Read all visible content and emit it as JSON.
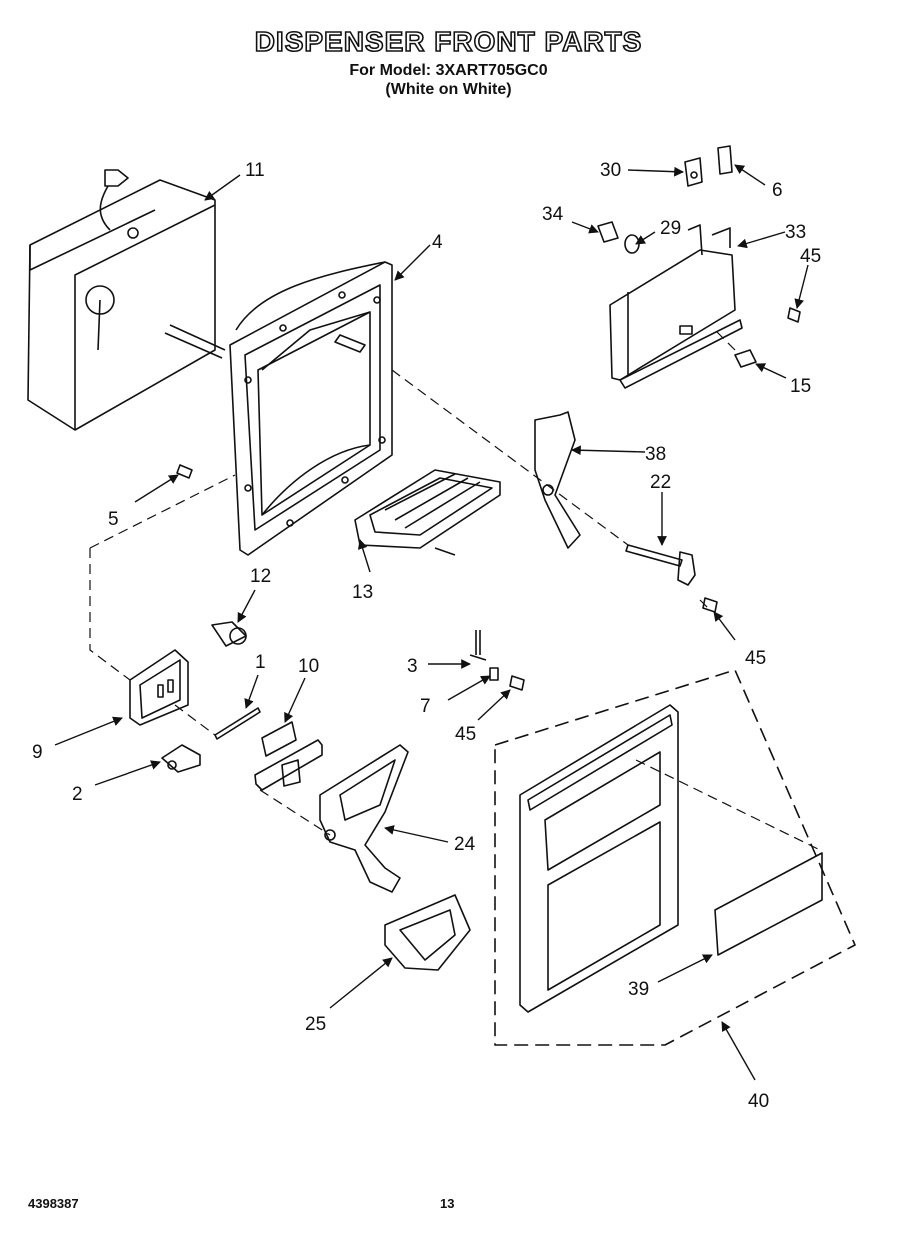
{
  "header": {
    "title": "DISPENSER FRONT PARTS",
    "model_line": "For Model: 3XART705GC0",
    "color_line": "(White on White)"
  },
  "callouts": [
    "11",
    "4",
    "30",
    "6",
    "34",
    "29",
    "33",
    "45",
    "15",
    "38",
    "22",
    "5",
    "12",
    "13",
    "45",
    "1",
    "10",
    "3",
    "7",
    "45",
    "9",
    "2",
    "24",
    "39",
    "25",
    "40"
  ],
  "footer": {
    "doc_number": "4398387",
    "page_number": "13"
  }
}
